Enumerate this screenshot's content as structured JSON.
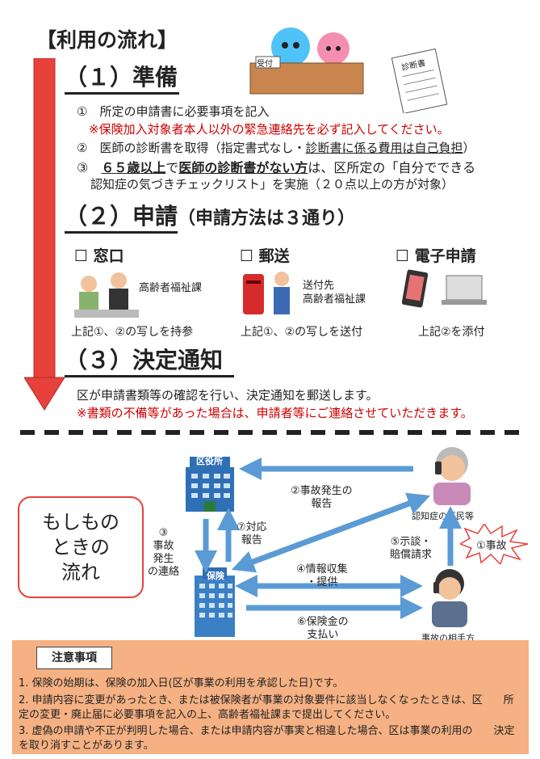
{
  "page": {
    "title": "【利用の流れ】",
    "sections": {
      "prep": {
        "heading": "（１）準備",
        "items": [
          "①　所定の申請書に必要事項を記入",
          "※保険加入対象者本人以外の緊急連絡先を必ず記入してください。",
          "②　医師の診断書を取得（指定書式なし・",
          "診断書に係る費用は自己負担",
          "）",
          "③　",
          "６５歳以上",
          "で",
          "医師の診断書がない方",
          "は、区所定の「自分でできる",
          "認知症の気づきチェックリスト」を実施（２０点以上の方が対象）"
        ]
      },
      "apply": {
        "heading": "（２）申請",
        "heading_sub": "（申請方法は３通り）",
        "methods": [
          {
            "label": "☐ 窓口",
            "note": "高齢者福祉課",
            "caption": "上記①、②の写しを持参"
          },
          {
            "label": "☐ 郵送",
            "note": "送付先\n高齢者福祉課",
            "caption": "上記①、②の写しを送付"
          },
          {
            "label": "☐ 電子申請",
            "note": "",
            "caption": "上記②を添付"
          }
        ]
      },
      "decision": {
        "heading": "（３）決定通知",
        "line1": "区が申請書類等の確認を行い、決定通知を郵送します。",
        "line2": "※書類の不備等があった場合は、申請者等にご連絡させていただきます。"
      }
    },
    "desk_sign": "受付",
    "certificate_title": "診断書"
  },
  "flow": {
    "box_text": "もしもの\nときの\n流れ",
    "ward_sign": "区役所",
    "insurer_sign": "保険",
    "citizen_label": "認知症の区民等",
    "opponent_label": "事故の相手方",
    "incident_label": "①事故",
    "steps": {
      "s2": "②事故発生の\n報告",
      "s3": "③\n事故\n発生\nの連絡",
      "s4": "④情報収集\n・提供",
      "s5": "⑤示談・\n賠償請求",
      "s6": "⑥保険金の\n支払い",
      "s7": "⑦対応\n報告"
    }
  },
  "notes": {
    "title": "注意事項",
    "items": [
      "1. 保険の始期は、保険の加入日(区が事業の利用を承認した日)です。",
      "2. 申請内容に変更があったとき、または被保険者が事業の対象要件に該当しなくなったときは、区　　所定の変更・廃止届に必要事項を記入の上、高齢者福祉課まで提出してください。",
      "3. 虚偽の申請や不正が判明した場合、または申請内容が事実と相違した場合、区は事業の利用の　　決定を取り消すことがあります。"
    ]
  },
  "colors": {
    "arrow_red": "#e8413c",
    "flow_blue": "#5b9bd5",
    "notes_bg": "#f5b183",
    "warn_red": "#d00000"
  }
}
